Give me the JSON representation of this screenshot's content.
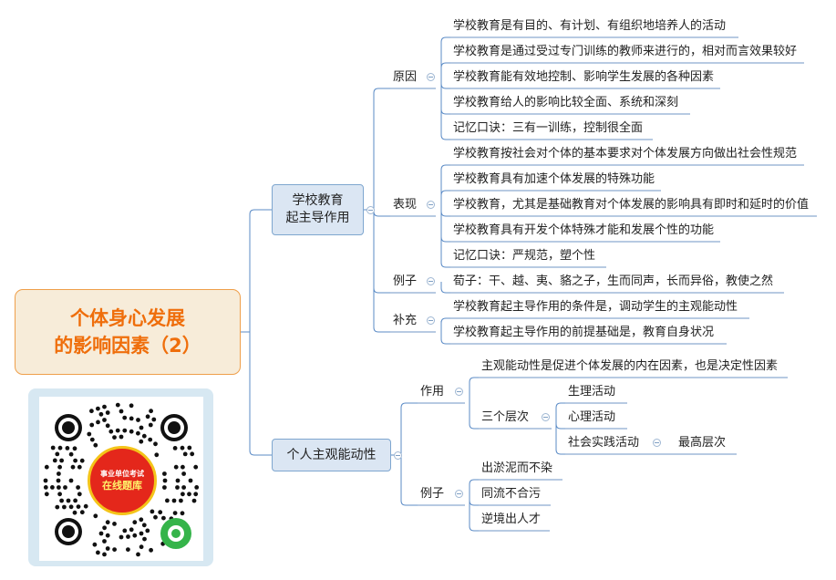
{
  "root": {
    "line1": "个体身心发展",
    "line2": "的影响因素（2）",
    "color": "#ef6e0b",
    "fill": "#f7ecd9",
    "border": "#ef9f4a"
  },
  "branch_school": {
    "line1": "学校教育",
    "line2": "起主导作用",
    "groups": [
      {
        "label": "原因",
        "items": [
          "学校教育是有目的、有计划、有组织地培养人的活动",
          "学校教育是通过受过专门训练的教师来进行的，相对而言效果较好",
          "学校教育能有效地控制、影响学生发展的各种因素",
          "学校教育给人的影响比较全面、系统和深刻",
          "记忆口诀：三有一训练，控制很全面"
        ]
      },
      {
        "label": "表现",
        "items": [
          "学校教育按社会对个体的基本要求对个体发展方向做出社会性规范",
          "学校教育具有加速个体发展的特殊功能",
          "学校教育，尤其是基础教育对个体发展的影响具有即时和延时的价值",
          "学校教育具有开发个体特殊才能和发展个性的功能",
          "记忆口诀：严规范，塑个性"
        ]
      },
      {
        "label": "例子",
        "items": [
          "荀子：干、越、夷、貉之子，生而同声，长而异俗，教使之然"
        ]
      },
      {
        "label": "补充",
        "items": [
          "学校教育起主导作用的条件是，调动学生的主观能动性",
          "学校教育起主导作用的前提基础是，教育自身状况"
        ]
      }
    ]
  },
  "branch_agency": {
    "label": "个人主观能动性",
    "effect": {
      "label": "作用",
      "statement": "主观能动性是促进个体发展的内在因素，也是决定性因素",
      "levels_label": "三个层次",
      "levels": [
        "生理活动",
        "心理活动",
        "社会实践活动"
      ],
      "top_level_note": "最高层次"
    },
    "examples": {
      "label": "例子",
      "items": [
        "出淤泥而不染",
        "同流不合污",
        "逆境出人才"
      ]
    }
  },
  "qr": {
    "line1": "事业单位考试",
    "line2": "在线题库"
  },
  "colors": {
    "branch_fill": "#dbe6f3",
    "branch_border": "#7ea6cf",
    "connector": "#5b8bc6",
    "underline": "#6f94c6"
  }
}
